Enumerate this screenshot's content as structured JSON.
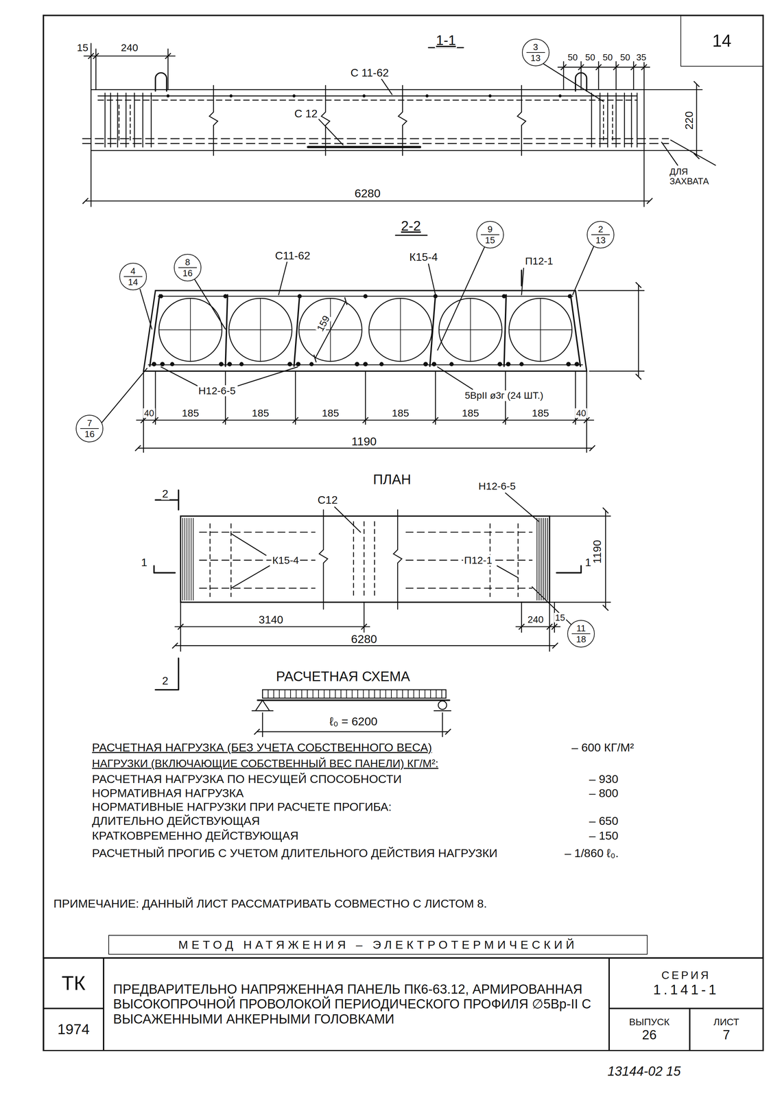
{
  "diagram": {
    "nodes": [
      {
        "text": [
          "14"
        ]
      },
      {
        "text": [
          "3",
          "13"
        ]
      },
      {
        "text": [
          "9",
          "15"
        ]
      },
      {
        "text": [
          "2",
          "13"
        ]
      },
      {
        "text": [
          "4",
          "14"
        ]
      },
      {
        "text": [
          "8",
          "16"
        ]
      },
      {
        "text": [
          "7",
          "16"
        ]
      },
      {
        "text": [
          "11",
          "18"
        ]
      },
      {
        "text": [
          "МЕТОД НАТЯЖЕНИЯ – ЭЛЕКТРОТЕРМИЧЕСКИЙ"
        ]
      },
      {
        "text": [
          "ТК"
        ]
      },
      {
        "text": [
          "ПРЕДВАРИТЕЛЬНО НАПРЯЖЕННАЯ ПАНЕЛЬ ПК6-63.12, АРМИРОВАННАЯ ВЫСОКОПРОЧНОЙ ПРОВОЛОКОЙ ПЕРИОДИЧЕСКОГО ПРОФИЛЯ ∅5Вр-II С ВЫСАЖЕННЫМИ АНКЕРНЫМИ ГОЛОВКАМИ"
        ]
      },
      {
        "text": [
          "СЕРИЯ",
          "1.141-1"
        ]
      },
      {
        "text": [
          "1974"
        ]
      },
      {
        "text": [
          "ВЫПУСК",
          "26"
        ]
      },
      {
        "text": [
          "ЛИСТ",
          "7"
        ]
      }
    ],
    "labels": [
      "1-1",
      "15",
      "240",
      "С 11-62",
      "С 12",
      "50",
      "50",
      "50",
      "50",
      "35",
      "220",
      "ДЛЯ ЗАХВАТА",
      "6280",
      "2-2",
      "С11-62",
      "К15-4",
      "П12-1",
      "159",
      "Н12-6-5",
      "5ВрII ø3г (24 ШТ.)",
      "40",
      "185",
      "185",
      "185",
      "185",
      "185",
      "185",
      "40",
      "1190",
      "ПЛАН",
      "С12",
      "Н12-6-5",
      "К15-4",
      "П12-1",
      "1190",
      "3140",
      "240",
      "15",
      "6280",
      "2",
      "1",
      "1",
      "2",
      "РАСЧЕТНАЯ СХЕМА",
      "ℓ₀ = 6200",
      "РАСЧЕТНАЯ НАГРУЗКА (БЕЗ УЧЕТА СОБСТВЕННОГО ВЕСА)",
      "– 600 КГ/М²",
      "НАГРУЗКИ (ВКЛЮЧАЮЩИЕ СОБСТВЕННЫЙ ВЕС ПАНЕЛИ) КГ/М²:",
      "РАСЧЕТНАЯ НАГРУЗКА ПО НЕСУЩЕЙ СПОСОБНОСТИ",
      "– 930",
      "НОРМАТИВНАЯ НАГРУЗКА",
      "– 800",
      "НОРМАТИВНЫЕ НАГРУЗКИ ПРИ РАСЧЕТЕ ПРОГИБА:",
      "ДЛИТЕЛЬНО ДЕЙСТВУЮЩАЯ",
      "– 650",
      "КРАТКОВРЕМЕННО ДЕЙСТВУЮЩАЯ",
      "– 150",
      "РАСЧЕТНЫЙ ПРОГИБ С УЧЕТОМ ДЛИТЕЛЬНОГО ДЕЙСТВИЯ НАГРУЗКИ",
      "– 1/860 ℓ₀.",
      "ПРИМЕЧАНИЕ: ДАННЫЙ ЛИСТ РАССМАТРИВАТЬ СОВМЕСТНО С ЛИСТОМ 8.",
      "13144-02 15"
    ]
  }
}
